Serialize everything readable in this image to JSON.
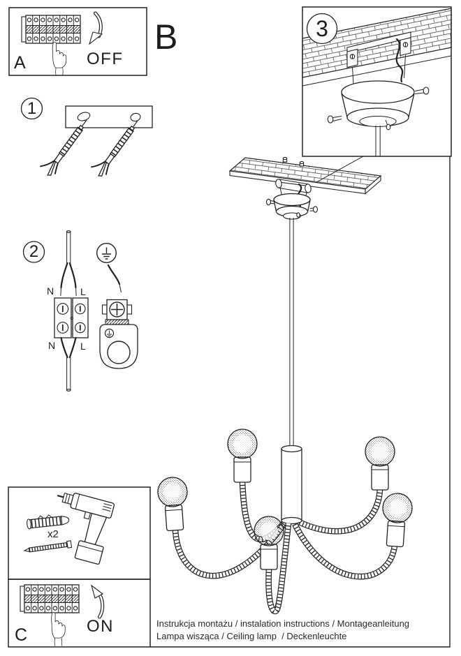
{
  "colors": {
    "ink": "#222222",
    "paper": "#ffffff"
  },
  "sections": {
    "a_label": "A",
    "b_label": "B",
    "c_label": "C"
  },
  "panel_a": {
    "action": "OFF"
  },
  "panel_c": {
    "action": "ON"
  },
  "steps": {
    "step1": "1",
    "step2": "2",
    "step3": "3"
  },
  "wiring": {
    "neutral_top": "N",
    "line_top": "L",
    "neutral_bottom": "N",
    "line_bottom": "L"
  },
  "hardware": {
    "anchor_count": "x2"
  },
  "footer": {
    "line1": "Instrukcja montażu / instalation instructions / Montageanleitung",
    "line2": "Lampa wisząca / Ceiling lamp  / Deckenleuchte"
  }
}
